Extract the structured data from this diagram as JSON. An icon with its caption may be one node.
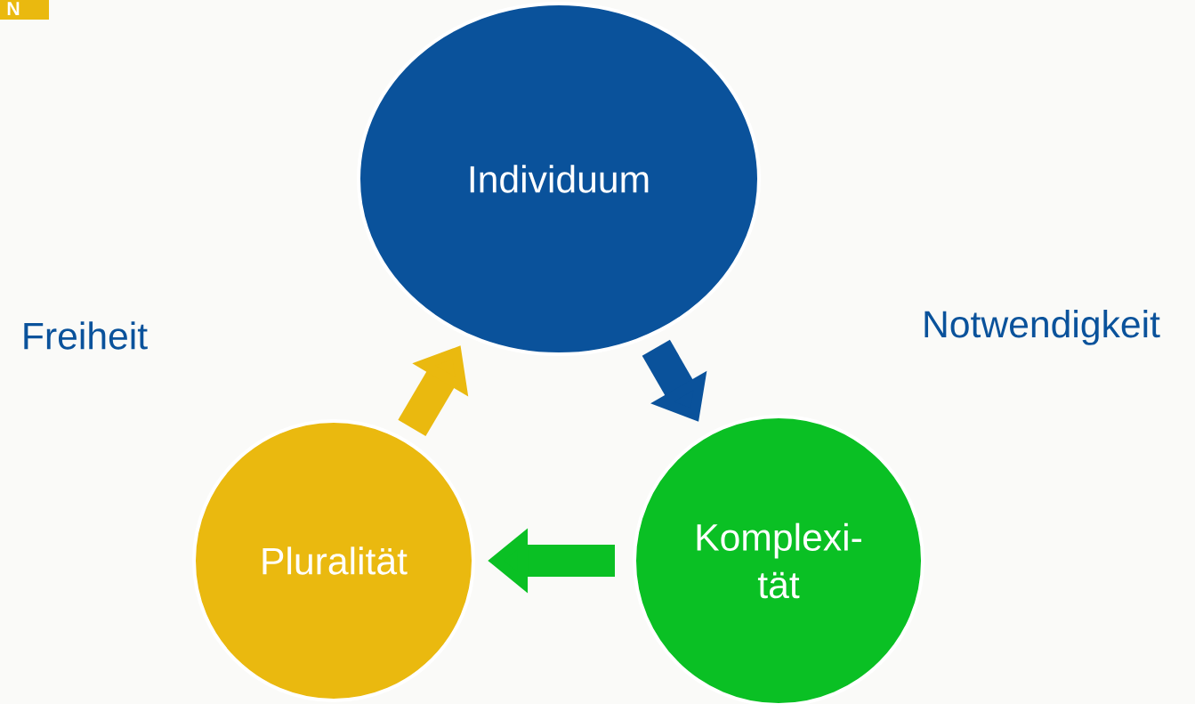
{
  "diagram": {
    "nodes": [
      {
        "text": [
          "Individuum"
        ]
      },
      {
        "text": [
          "Komplexi- tät"
        ]
      },
      {
        "text": [
          "Pluralität"
        ]
      }
    ],
    "edges": [
      {
        "from": 0,
        "to": 1,
        "arrow": "to",
        "color": "#0a529b"
      },
      {
        "from": 1,
        "to": 2,
        "arrow": "to",
        "color": "#0ac024"
      },
      {
        "from": 2,
        "to": 0,
        "arrow": "to",
        "color": "#eab90f"
      }
    ],
    "labels": [
      "N",
      "Freiheit",
      "Notwendigkeit"
    ]
  }
}
